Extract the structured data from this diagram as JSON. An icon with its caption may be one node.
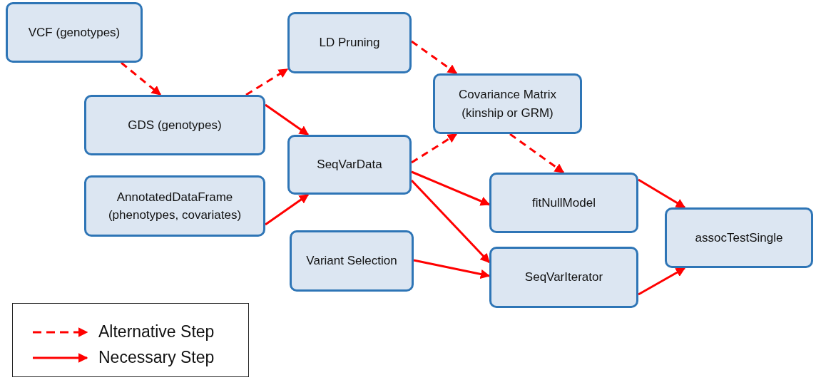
{
  "diagram": {
    "nodes": [
      {
        "text": [
          "VCF (genotypes)"
        ]
      },
      {
        "text": [
          "GDS (genotypes)"
        ]
      },
      {
        "text": [
          "AnnotatedDataFrame (phenotypes, covariates)"
        ]
      },
      {
        "text": [
          "LD Pruning"
        ]
      },
      {
        "text": [
          "SeqVarData"
        ]
      },
      {
        "text": [
          "Variant Selection"
        ]
      },
      {
        "text": [
          "Covariance Matrix (kinship or GRM)"
        ]
      },
      {
        "text": [
          "fitNullModel"
        ]
      },
      {
        "text": [
          "SeqVarIterator"
        ]
      },
      {
        "text": [
          "assocTestSingle"
        ]
      }
    ],
    "edges": [
      {
        "from": 0,
        "to": 1,
        "arrow": "to",
        "style": "dashed"
      },
      {
        "from": 1,
        "to": 3,
        "arrow": "to",
        "style": "dashed"
      },
      {
        "from": 1,
        "to": 4,
        "arrow": "to"
      },
      {
        "from": 2,
        "to": 4,
        "arrow": "to"
      },
      {
        "from": 3,
        "to": 6,
        "arrow": "to",
        "style": "dashed"
      },
      {
        "from": 4,
        "to": 6,
        "arrow": "to",
        "style": "dashed"
      },
      {
        "from": 6,
        "to": 7,
        "arrow": "to",
        "style": "dashed"
      },
      {
        "from": 4,
        "to": 7,
        "arrow": "to"
      },
      {
        "from": 4,
        "to": 8,
        "arrow": "to"
      },
      {
        "from": 5,
        "to": 8,
        "arrow": "to"
      },
      {
        "from": 7,
        "to": 9,
        "arrow": "to"
      },
      {
        "from": 8,
        "to": 9,
        "arrow": "to"
      }
    ],
    "legend": [
      {
        "text": "Alternative Step"
      },
      {
        "text": "Necessary Step"
      }
    ]
  }
}
